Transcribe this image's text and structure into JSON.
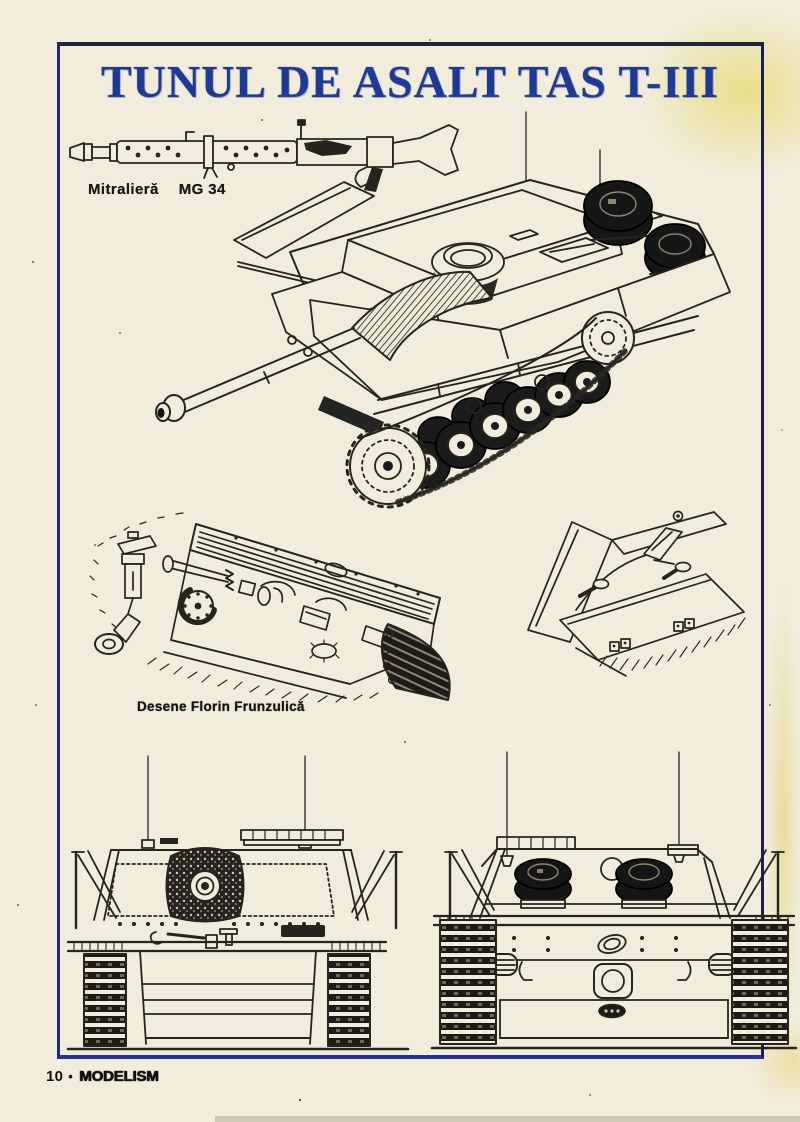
{
  "colors": {
    "paper": "#f1ecdb",
    "ink": "#27241e",
    "title_blue": "#1d3a96",
    "frame_dark": "#23243c",
    "frame_blue": "#2531a0"
  },
  "header": {
    "title": "TUNUL DE ASALT TAS T-III"
  },
  "figures": {
    "mg_label_name": "Mitralieră",
    "mg_label_model": "MG 34",
    "credit": "Desene Florin Frunzulică"
  },
  "footer": {
    "page_number": "10",
    "separator": "•",
    "magazine": "MODELISM"
  }
}
